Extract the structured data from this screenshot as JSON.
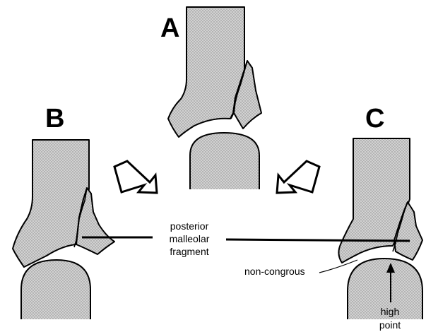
{
  "panels": {
    "a": "A",
    "b": "B",
    "c": "C"
  },
  "labels": {
    "fragment_line1": "posterior",
    "fragment_line2": "malleolar",
    "fragment_line3": "fragment",
    "non_congrous": "non-congrous",
    "high_line1": "high",
    "high_line2": "point"
  }
}
